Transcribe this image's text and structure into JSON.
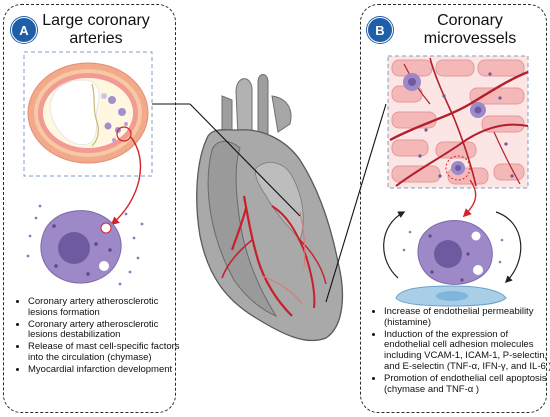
{
  "panel_a": {
    "badge": "A",
    "title_line1": "Large coronary",
    "title_line2": "arteries",
    "bullets": [
      "Coronary artery atherosclerotic lesions formation",
      "Coronary artery atherosclerotic lesions destabilization",
      "Release of mast cell-specific factors into the circulation (chymase)",
      "Myocardial infarction development"
    ]
  },
  "panel_b": {
    "badge": "B",
    "title_line1": "Coronary",
    "title_line2": "microvessels",
    "bullets": [
      "Increase of endothelial permeability (histamine)",
      "Induction of the expression of endothelial cell adhesion molecules including VCAM-1, ICAM-1, P-selectin, and E-selectin (TNF-α, IFN-γ, and IL-6 )",
      "Promotion of endothelial cell apoptosis (chymase and TNF-α )"
    ]
  },
  "colors": {
    "badge": "#1f5fa8",
    "artery_red": "#c8202a",
    "heart_gray": "#a8a8a8",
    "mast_cell": "#9a86c4",
    "endothelial": "#a9cfe8"
  }
}
